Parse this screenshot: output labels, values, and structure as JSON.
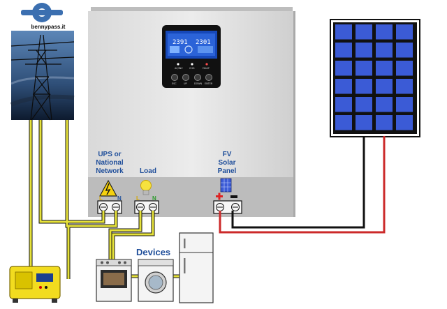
{
  "logo": {
    "text": "bennypass.it"
  },
  "inverter": {
    "display": {
      "left_reading": "2391",
      "right_reading": "2301"
    },
    "buttons": [
      "ESC",
      "UP",
      "DOWN",
      "ENTER"
    ],
    "indicators": [
      "AC/INV",
      "CHG",
      "FAULT"
    ]
  },
  "terminals": {
    "grid": {
      "label_lines": [
        "UPS or",
        "National",
        "Network"
      ],
      "l": "L",
      "n": "N"
    },
    "load": {
      "label": "Load",
      "l": "L",
      "n": "N"
    },
    "pv": {
      "label_lines": [
        "FV",
        "Solar",
        "Panel"
      ]
    }
  },
  "devices": {
    "label": "Devices"
  },
  "colors": {
    "wire_yellow": "#e6e23a",
    "wire_black": "#111111",
    "wire_red": "#cc2a2a",
    "panel_blue": "#3b5bd6",
    "label_blue": "#1f4e9a",
    "generator_yellow": "#f2dc1f"
  }
}
